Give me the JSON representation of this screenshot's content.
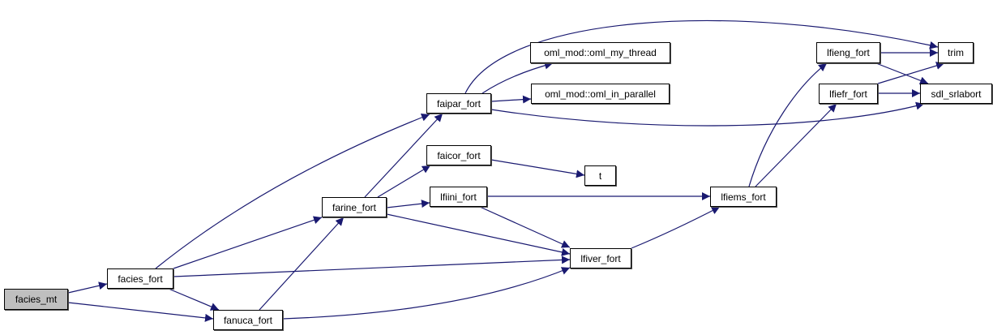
{
  "graph": {
    "edge_color": "#191970",
    "root_fill": "#bfbfbf",
    "nodes": {
      "facies_mt": "facies_mt",
      "facies_fort": "facies_fort",
      "fanuca_fort": "fanuca_fort",
      "farine_fort": "farine_fort",
      "faipar_fort": "faipar_fort",
      "faicor_fort": "faicor_fort",
      "lfiini_fort": "lfiini_fort",
      "t": "t",
      "oml_my_thread": "oml_mod::oml_my_thread",
      "oml_in_parallel": "oml_mod::oml_in_parallel",
      "lfiver_fort": "lfiver_fort",
      "lfiems_fort": "lfiems_fort",
      "lfieng_fort": "lfieng_fort",
      "lfiefr_fort": "lfiefr_fort",
      "trim": "trim",
      "sdl_srlabort": "sdl_srlabort"
    },
    "edges": [
      [
        "facies_mt",
        "facies_fort"
      ],
      [
        "facies_mt",
        "fanuca_fort"
      ],
      [
        "facies_fort",
        "faipar_fort"
      ],
      [
        "facies_fort",
        "farine_fort"
      ],
      [
        "facies_fort",
        "lfiver_fort"
      ],
      [
        "facies_fort",
        "fanuca_fort"
      ],
      [
        "fanuca_fort",
        "farine_fort"
      ],
      [
        "fanuca_fort",
        "lfiver_fort"
      ],
      [
        "farine_fort",
        "faipar_fort"
      ],
      [
        "farine_fort",
        "faicor_fort"
      ],
      [
        "farine_fort",
        "lfiini_fort"
      ],
      [
        "farine_fort",
        "lfiver_fort"
      ],
      [
        "faipar_fort",
        "trim"
      ],
      [
        "faipar_fort",
        "oml_my_thread"
      ],
      [
        "faipar_fort",
        "oml_in_parallel"
      ],
      [
        "faipar_fort",
        "sdl_srlabort"
      ],
      [
        "faicor_fort",
        "t"
      ],
      [
        "lfiini_fort",
        "lfiems_fort"
      ],
      [
        "lfiini_fort",
        "lfiver_fort"
      ],
      [
        "lfiver_fort",
        "lfiems_fort"
      ],
      [
        "lfiems_fort",
        "lfieng_fort"
      ],
      [
        "lfiems_fort",
        "lfiefr_fort"
      ],
      [
        "lfieng_fort",
        "trim"
      ],
      [
        "lfieng_fort",
        "sdl_srlabort"
      ],
      [
        "lfiefr_fort",
        "trim"
      ],
      [
        "lfiefr_fort",
        "sdl_srlabort"
      ]
    ]
  }
}
